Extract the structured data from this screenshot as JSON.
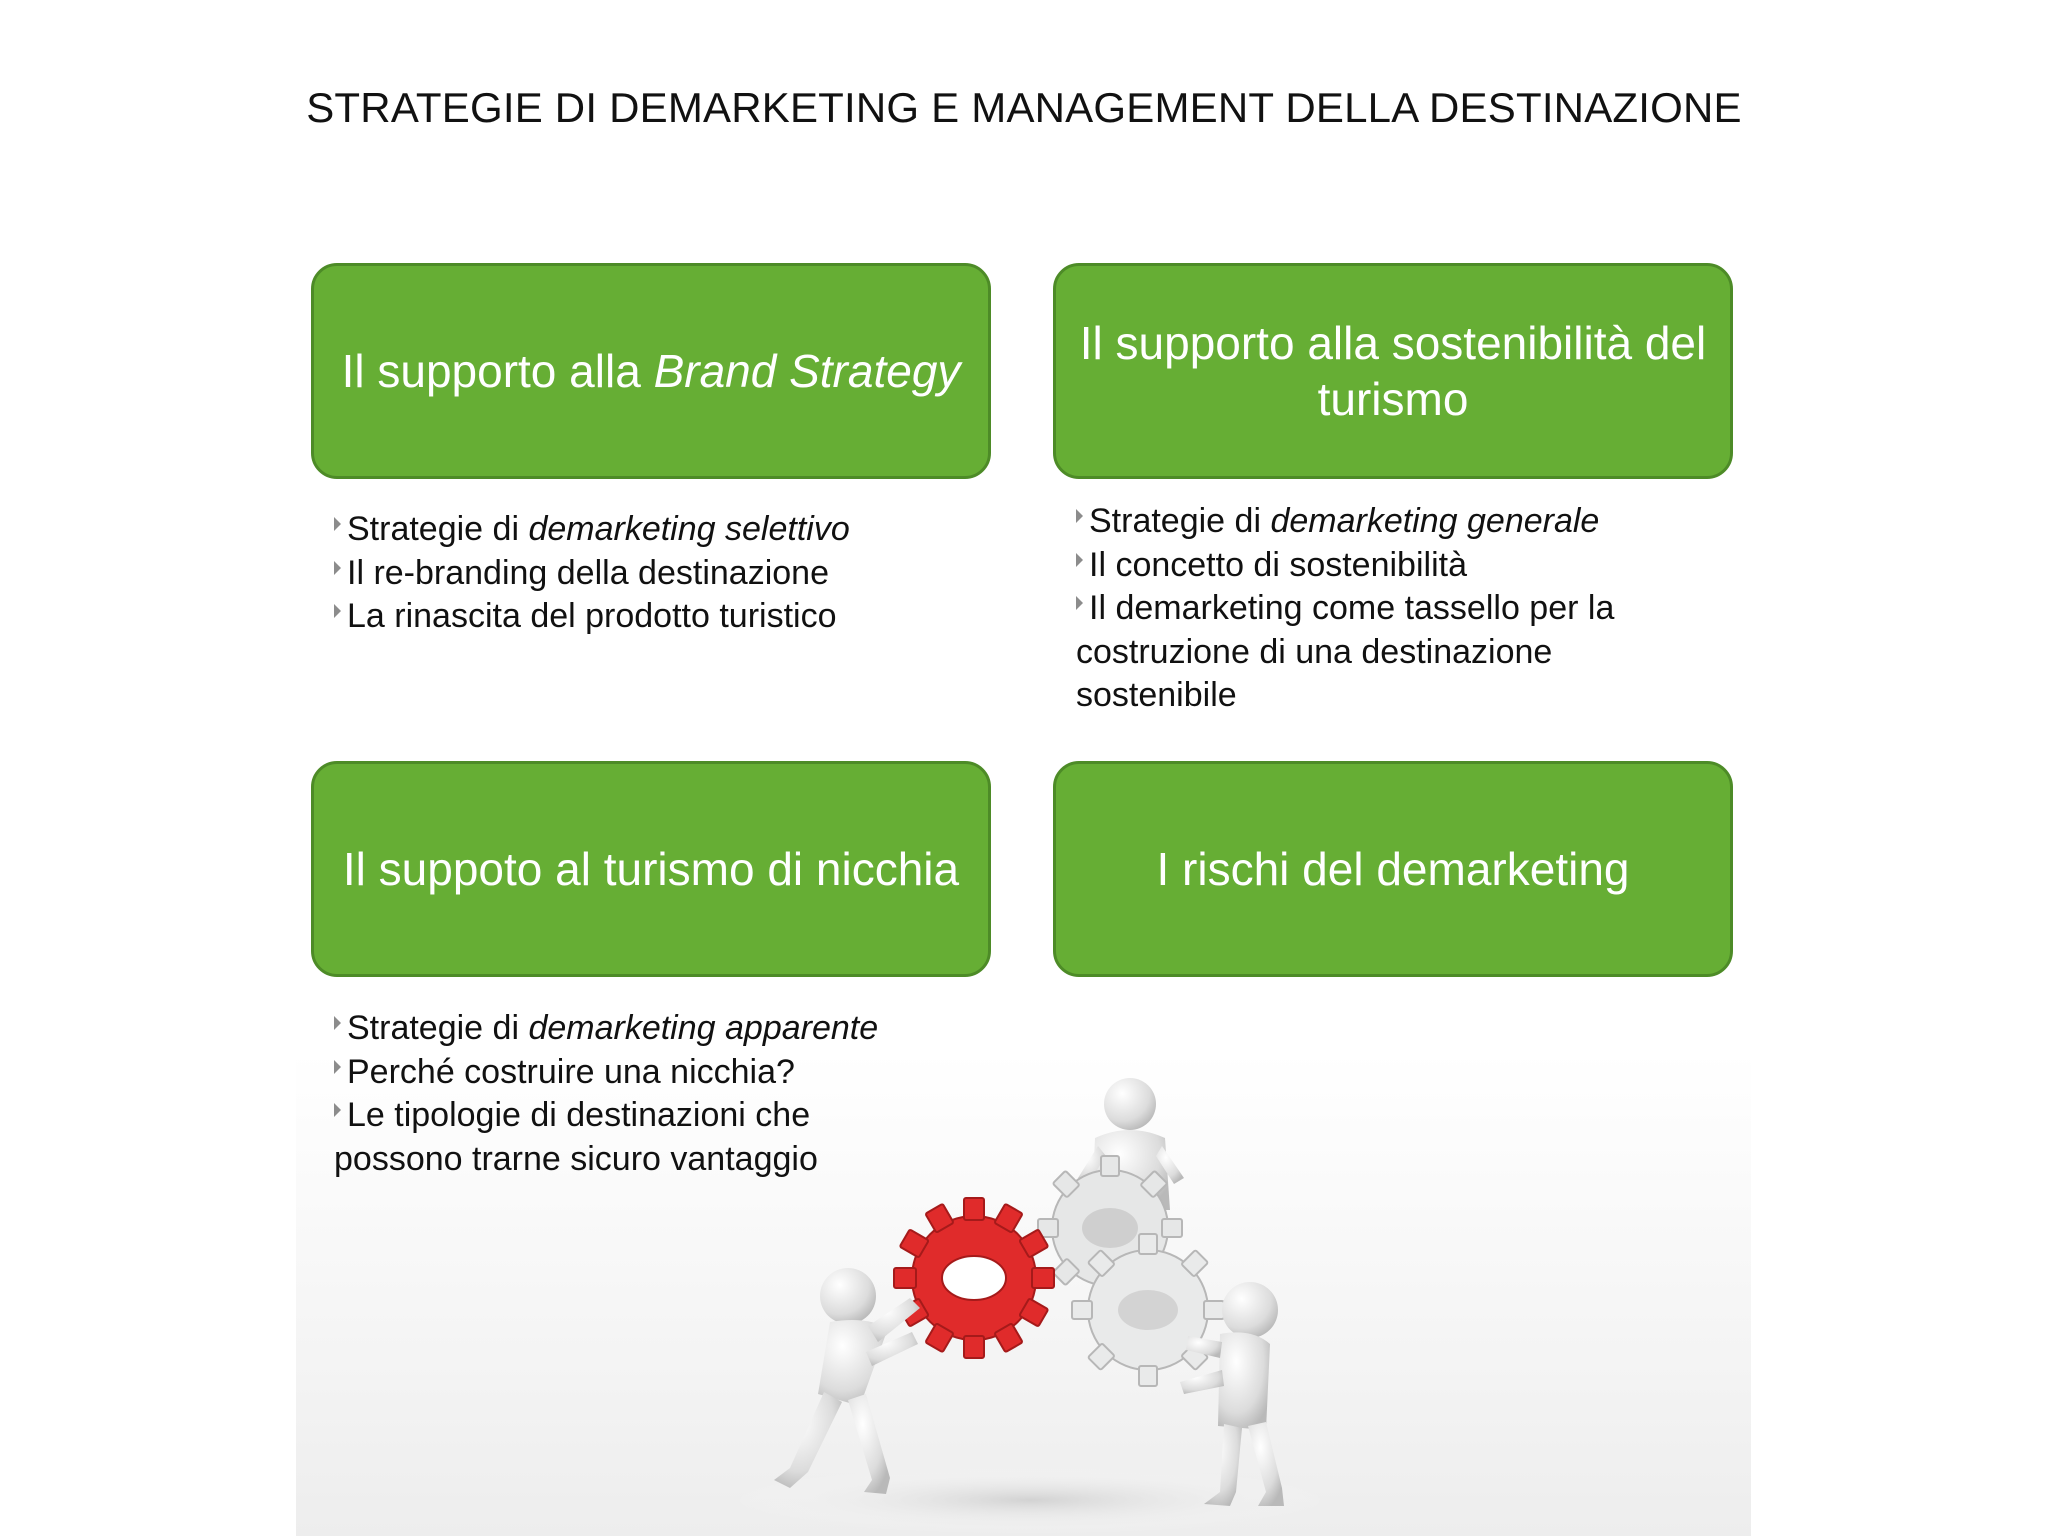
{
  "title": "STRATEGIE DI DEMARKETING E MANAGEMENT DELLA DESTINAZIONE",
  "boxes": [
    {
      "text_plain": "Il supporto alla ",
      "text_italic": "Brand Strategy"
    },
    {
      "text_plain": "Il supporto alla sostenibilità del turismo"
    },
    {
      "text_plain": "Il suppoto al turismo di nicchia"
    },
    {
      "text_plain": "I rischi del demarketing"
    }
  ],
  "lists": {
    "brand": [
      {
        "plain": "Strategie di ",
        "italic": "demarketing selettivo"
      },
      {
        "plain": "Il re-branding della destinazione"
      },
      {
        "plain": "La rinascita del prodotto turistico"
      }
    ],
    "sostenibilita": [
      {
        "plain": "Strategie di ",
        "italic": "demarketing generale"
      },
      {
        "plain": "Il concetto di sostenibilità"
      },
      {
        "plain": "Il demarketing come tassello per la costruzione di una destinazione sostenibile"
      }
    ],
    "nicchia": [
      {
        "plain": "Strategie di ",
        "italic": "demarketing apparente"
      },
      {
        "plain": "Perché costruire una nicchia?"
      },
      {
        "plain": "Le tipologie di destinazioni che possono trarne sicuro vantaggio"
      }
    ]
  },
  "colors": {
    "box_fill": "#66ae34",
    "box_border": "#4d8b27",
    "gear_red": "#e02b2b",
    "gear_white": "#e9eaea"
  },
  "illustration": {
    "icon": "teamwork-gears-icon"
  }
}
